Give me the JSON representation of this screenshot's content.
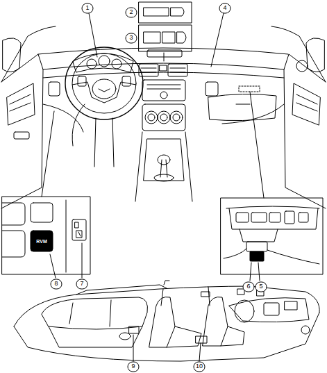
{
  "diagram": {
    "labels": [
      "1",
      "2",
      "3",
      "4",
      "RVM",
      "8",
      "7",
      "6",
      "5",
      "9",
      "10"
    ]
  }
}
